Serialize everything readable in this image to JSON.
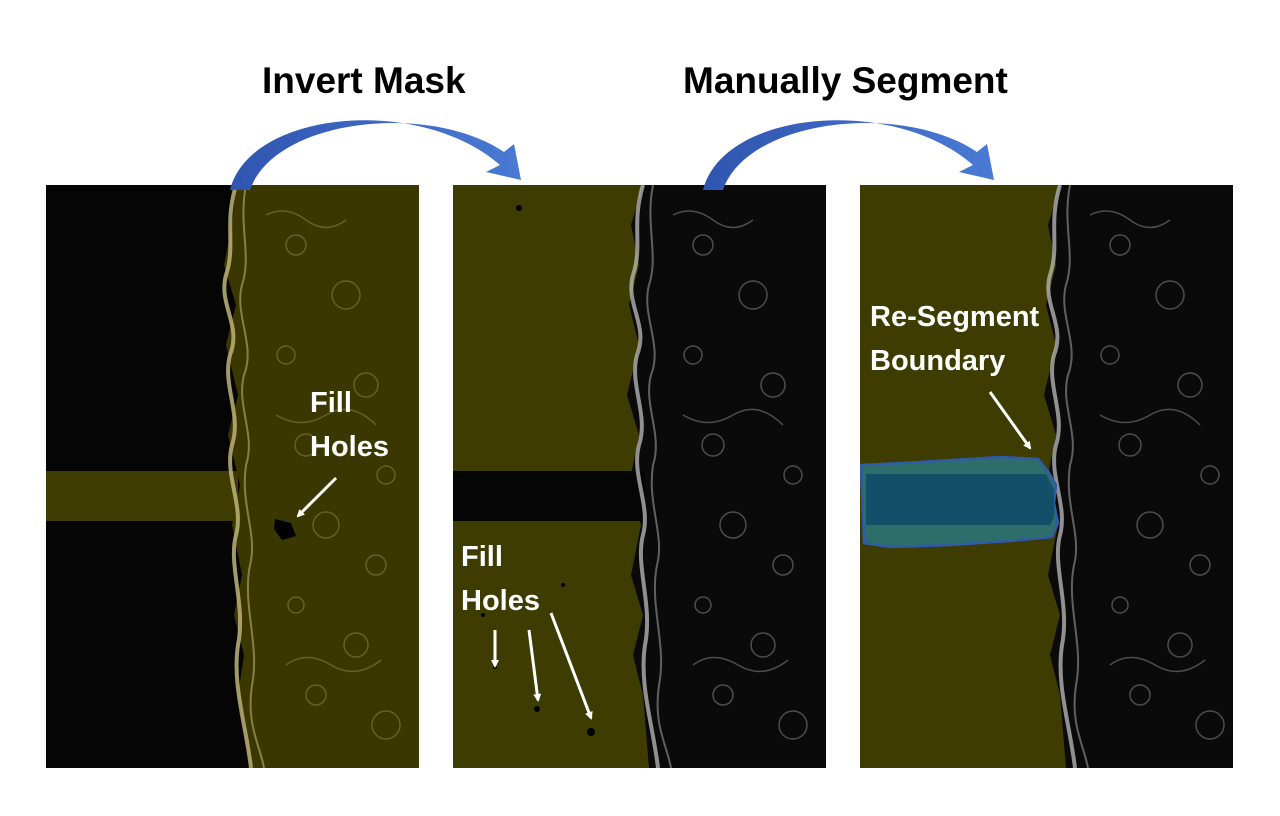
{
  "steps": {
    "invert": "Invert Mask",
    "manual": "Manually Segment"
  },
  "panel1": {
    "annotation_line1": "Fill",
    "annotation_line2": "Holes"
  },
  "panel2": {
    "annotation_line1": "Fill",
    "annotation_line2": "Holes"
  },
  "panel3": {
    "annotation_line1": "Re-Segment",
    "annotation_line2": "Boundary"
  },
  "colors": {
    "mask_yellow": "#3e3c00",
    "edge_yellow": "#bdb47a",
    "edge_gray": "#bdbdbd",
    "arrow_blue": "#3a63c3",
    "segment_teal": "#2e6e6a",
    "segment_blue": "#0f4a6a",
    "segment_outline": "#2e5aa8"
  }
}
